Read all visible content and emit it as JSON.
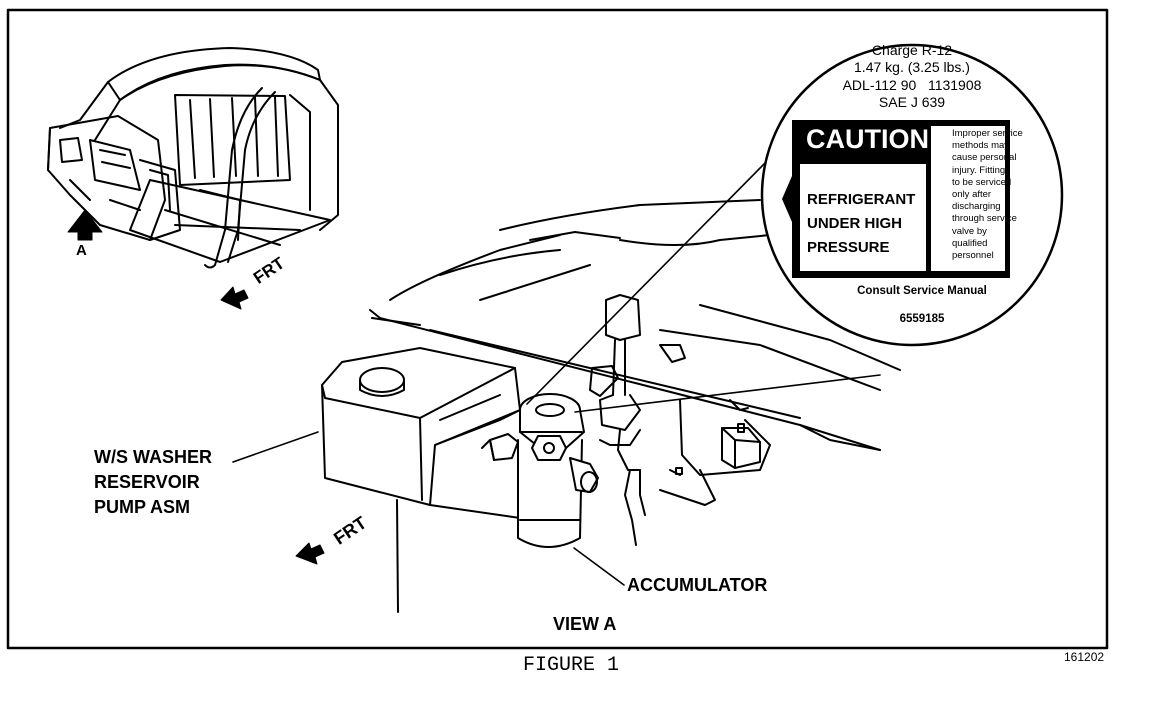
{
  "caption": "FIGURE 1",
  "figure_number": "161202",
  "view_label": "VIEW A",
  "inset": {
    "arrow_label": "A",
    "front_label": "FRT"
  },
  "labels": {
    "washer_reservoir": [
      "W/S WASHER",
      "RESERVOIR",
      "PUMP ASM"
    ],
    "accumulator": "ACCUMULATOR",
    "front": "FRT"
  },
  "decal": {
    "charge_lines": [
      "Charge R-12",
      "1.47 kg. (3.25 lbs.)",
      "ADL-112 90   1131908",
      "SAE J 639"
    ],
    "caution_heading": "CAUTION",
    "warning_lines": [
      "REFRIGERANT",
      "UNDER HIGH",
      "PRESSURE"
    ],
    "service_text_lines": [
      "Improper service",
      "methods may",
      "cause personal",
      "injury. Fittings",
      "to be serviced",
      "only after",
      "discharging",
      "through service",
      "valve by",
      "qualified",
      "personnel"
    ],
    "consult": "Consult Service Manual",
    "part_number": "6559185"
  }
}
